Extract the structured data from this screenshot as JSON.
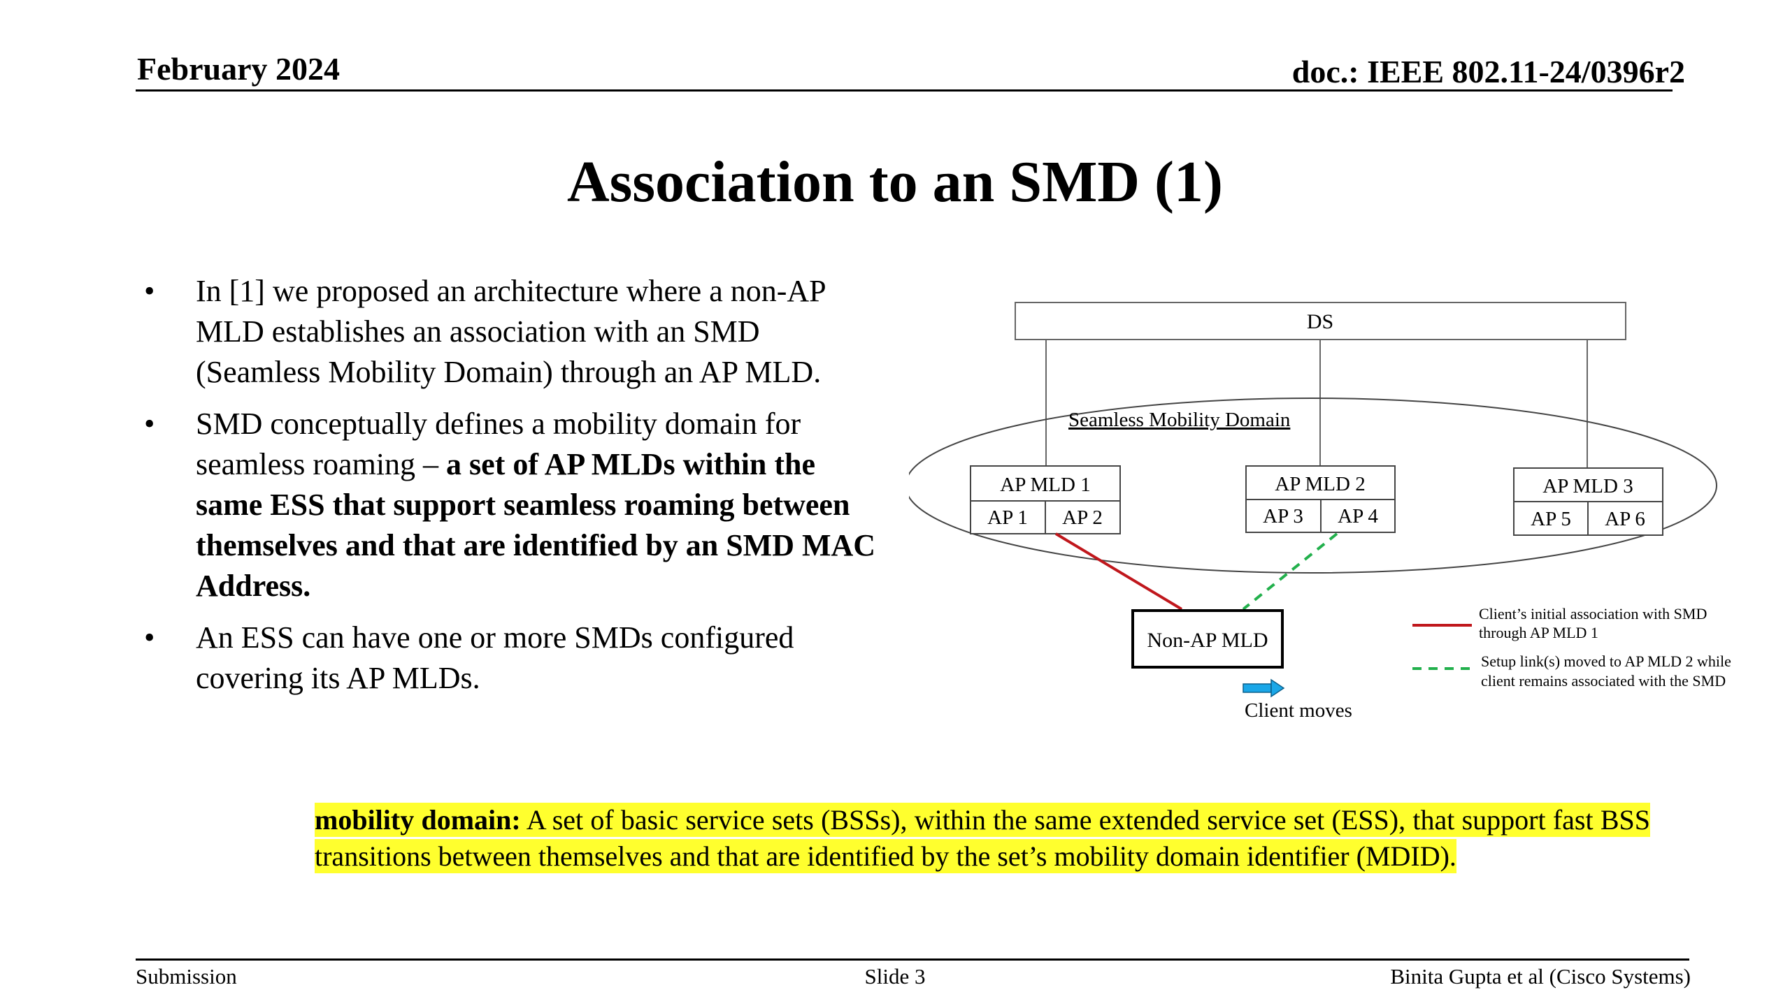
{
  "header": {
    "date": "February 2024",
    "doc_id": "doc.: IEEE 802.11-24/0396r2"
  },
  "slide_title": "Association to an SMD (1)",
  "bullets": [
    {
      "text": "In [1] we proposed an architecture where a non-AP MLD establishes an association with an SMD (Seamless Mobility Domain) through an AP MLD."
    },
    {
      "prefix": "SMD conceptually defines a mobility domain for seamless roaming – ",
      "bold": "a set of AP MLDs within the same ESS that support seamless roaming between themselves and that are identified by an SMD MAC Address."
    },
    {
      "text": "An ESS can have one or more SMDs configured covering its AP MLDs."
    }
  ],
  "diagram": {
    "ds_label": "DS",
    "domain_label": "Seamless Mobility Domain",
    "ap_mlds": [
      {
        "label": "AP MLD 1",
        "aps": [
          "AP 1",
          "AP 2"
        ]
      },
      {
        "label": "AP MLD 2",
        "aps": [
          "AP 3",
          "AP 4"
        ]
      },
      {
        "label": "AP MLD 3",
        "aps": [
          "AP 5",
          "AP 6"
        ]
      }
    ],
    "client_label": "Non-AP MLD",
    "client_moves_label": "Client moves",
    "legend": [
      {
        "line1": "Client’s initial association with SMD",
        "line2": "through AP MLD 1",
        "color": "#c0171c",
        "style": "solid"
      },
      {
        "line1": "Setup link(s) moved to AP MLD 2 while",
        "line2": "client remains associated with the SMD",
        "color": "#22b04c",
        "style": "dashed"
      }
    ],
    "arrow_color": "#1aa7e8"
  },
  "definition": {
    "term": "mobility domain:",
    "text": "A set of basic service sets (BSSs), within the same extended service set (ESS), that support fast BSS transitions between themselves and that are identified by the set’s mobility domain identifier (MDID)."
  },
  "footer": {
    "left": "Submission",
    "center": "Slide 3",
    "right": "Binita Gupta et al (Cisco Systems)"
  }
}
